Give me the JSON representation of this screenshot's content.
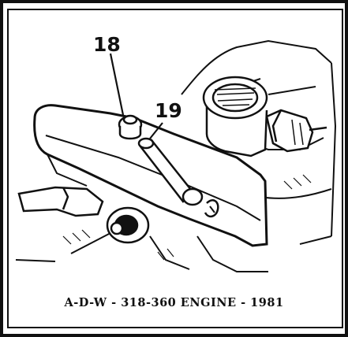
{
  "callouts": {
    "item_a": "18",
    "item_b": "19"
  },
  "caption": "A-D-W - 318-360 ENGINE - 1981",
  "colors": {
    "ink": "#111111",
    "paper": "#ffffff"
  }
}
